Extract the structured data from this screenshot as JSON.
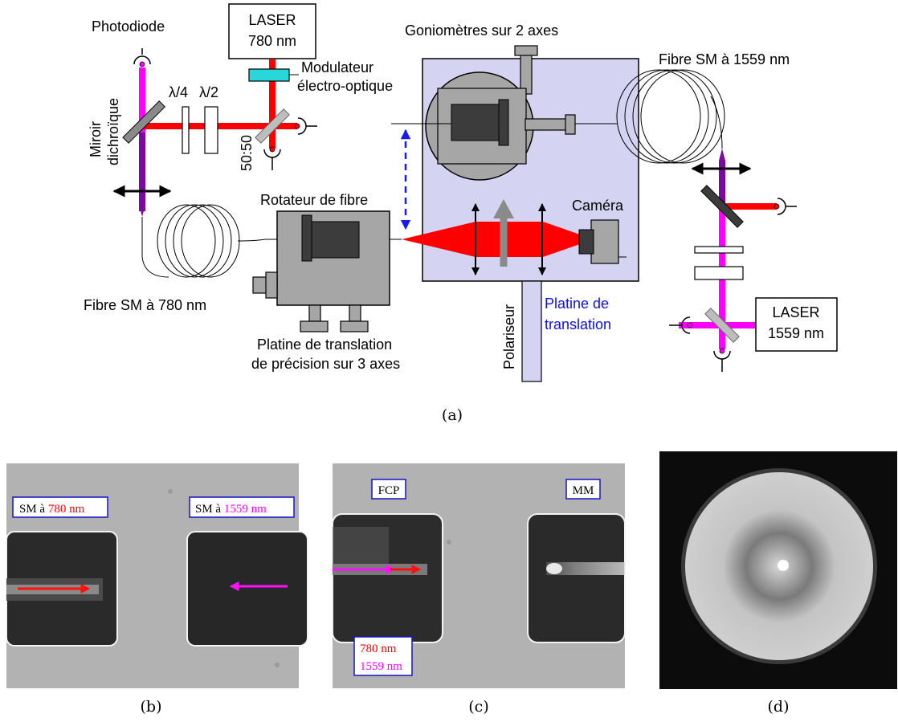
{
  "panel_a": {
    "labels": {
      "photodiode": "Photodiode",
      "laser780_line1": "LASER",
      "laser780_line2": "780 nm",
      "modulator_line1": "Modulateur",
      "modulator_line2": "électro-optique",
      "mirror_line1": "Miroir",
      "mirror_line2": "dichroïque",
      "quarter_wave": "λ/4",
      "half_wave": "λ/2",
      "splitter": "50:50",
      "goniometers": "Goniomètres sur 2 axes",
      "fiber1559": "Fibre SM à 1559 nm",
      "fiber_rotator": "Rotateur de fibre",
      "camera": "Caméra",
      "fiber780": "Fibre SM à 780 nm",
      "stage_line1": "Platine de translation",
      "stage_line2": "de précision sur 3 axes",
      "polarizer": "Polariseur",
      "translation_line1": "Platine de",
      "translation_line2": "translation",
      "laser1559_line1": "LASER",
      "laser1559_line2": "1559 nm"
    },
    "caption": "(a)"
  },
  "panel_b": {
    "label_left_prefix": "SM à ",
    "label_left_value": "780 nm",
    "label_right_prefix": "SM à ",
    "label_right_value": "1559 nm",
    "caption": "(b)"
  },
  "panel_c": {
    "label_fcp": "FCP",
    "label_mm": "MM",
    "legend_780": "780 nm",
    "legend_1559": "1559 nm",
    "caption": "(c)"
  },
  "panel_d": {
    "caption": "(d)"
  },
  "colors": {
    "red_beam": "#ff0000",
    "magenta_beam": "#ff00ff",
    "purple_beam": "#7a0aa0",
    "chamber_fill": "#d4d4f2",
    "modulator": "#27d7d9",
    "stage_gray": "#a6a6a6",
    "dark_gray": "#3c3c3c",
    "blue_arrow": "#1a1ae6"
  }
}
